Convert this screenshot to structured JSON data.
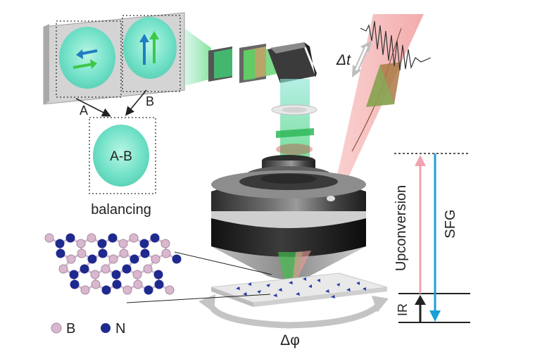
{
  "detector": {
    "label_a": "A",
    "label_b": "B",
    "difference_label": "A-B",
    "caption": "balancing"
  },
  "ir_pulse": {
    "delay_label": "Δt"
  },
  "sample": {
    "rotation_label": "Δφ"
  },
  "lattice_legend": {
    "boron": "B",
    "nitrogen": "N"
  },
  "energy_diagram": {
    "upconversion": "Upconversion",
    "sfg": "SFG",
    "ir": "IR"
  },
  "colors": {
    "beam_green": "#3fd06a",
    "beam_cyan": "#7fe3d6",
    "ir_red": "#f08a8a",
    "upconversion_arrow": "#f2a3b0",
    "sfg_arrow": "#1aa0d6",
    "boron": "#d9b8cf",
    "nitrogen": "#1f2a8f"
  }
}
